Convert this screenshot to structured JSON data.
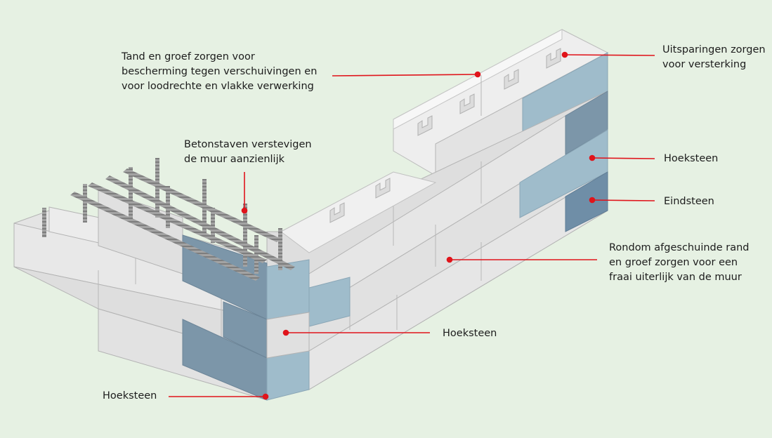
{
  "colors": {
    "background": "#e6f1e3",
    "block_face_light": "#e5e5e5",
    "block_face_mid": "#d6d6d6",
    "block_top": "#f2f2f2",
    "corner_block_light": "#9fbccb",
    "corner_block_dark": "#7c96a9",
    "end_block": "#6f8ea7",
    "rebar": "#9a9a9a",
    "callout_line": "#e0141b"
  },
  "callouts": [
    {
      "id": "tand-groef",
      "text": "Tand en groef zorgen voor\nbescherming tegen verschuivingen en\nvoor loodrechte en vlakke verwerking"
    },
    {
      "id": "uitsparingen",
      "text": "Uitsparingen zorgen\nvoor versterking"
    },
    {
      "id": "betonstaven",
      "text": "Betonstaven verstevigen\nde muur aanzienlijk"
    },
    {
      "id": "hoeksteen-right",
      "text": "Hoeksteen"
    },
    {
      "id": "eindsteen",
      "text": "Eindsteen"
    },
    {
      "id": "afgeschuinde-rand",
      "text": "Rondom afgeschuinde rand\nen groef zorgen voor een\nfraai uiterlijk van de muur"
    },
    {
      "id": "hoeksteen-mid",
      "text": "Hoeksteen"
    },
    {
      "id": "hoeksteen-left",
      "text": "Hoeksteen"
    }
  ],
  "icons": {
    "rebar": "rebar-icon",
    "marker": "red-dot-marker"
  }
}
